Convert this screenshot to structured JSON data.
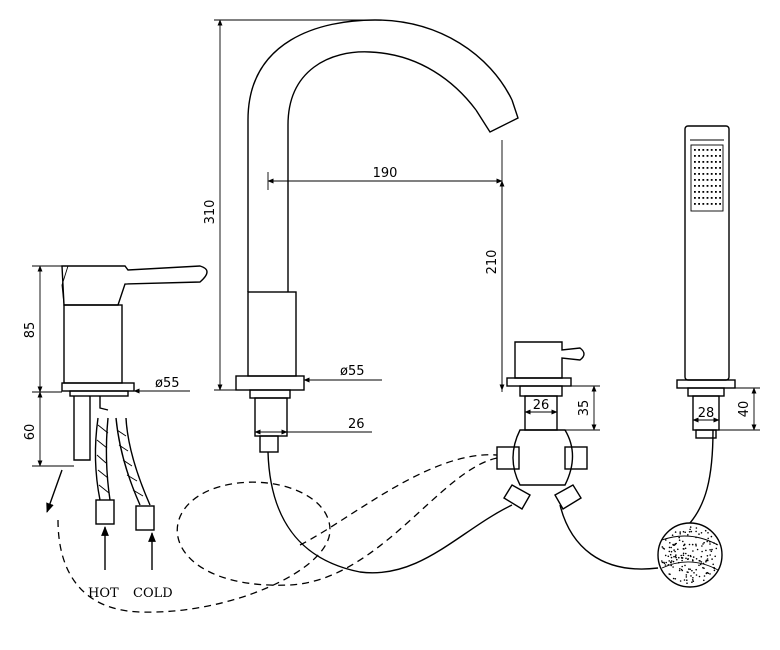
{
  "dimensions": {
    "spout_height": "310",
    "spout_reach": "190",
    "spout_outlet_height": "210",
    "spout_base_dia": "ø55",
    "spout_tail": "26",
    "mixer_height": "85",
    "mixer_base_dia": "ø55",
    "mixer_tail": "60",
    "diverter_tail_width": "26",
    "diverter_tail_height": "35",
    "handset_base_width": "28",
    "handset_base_height": "40"
  },
  "labels": {
    "hot": "HOT",
    "cold": "COLD"
  }
}
